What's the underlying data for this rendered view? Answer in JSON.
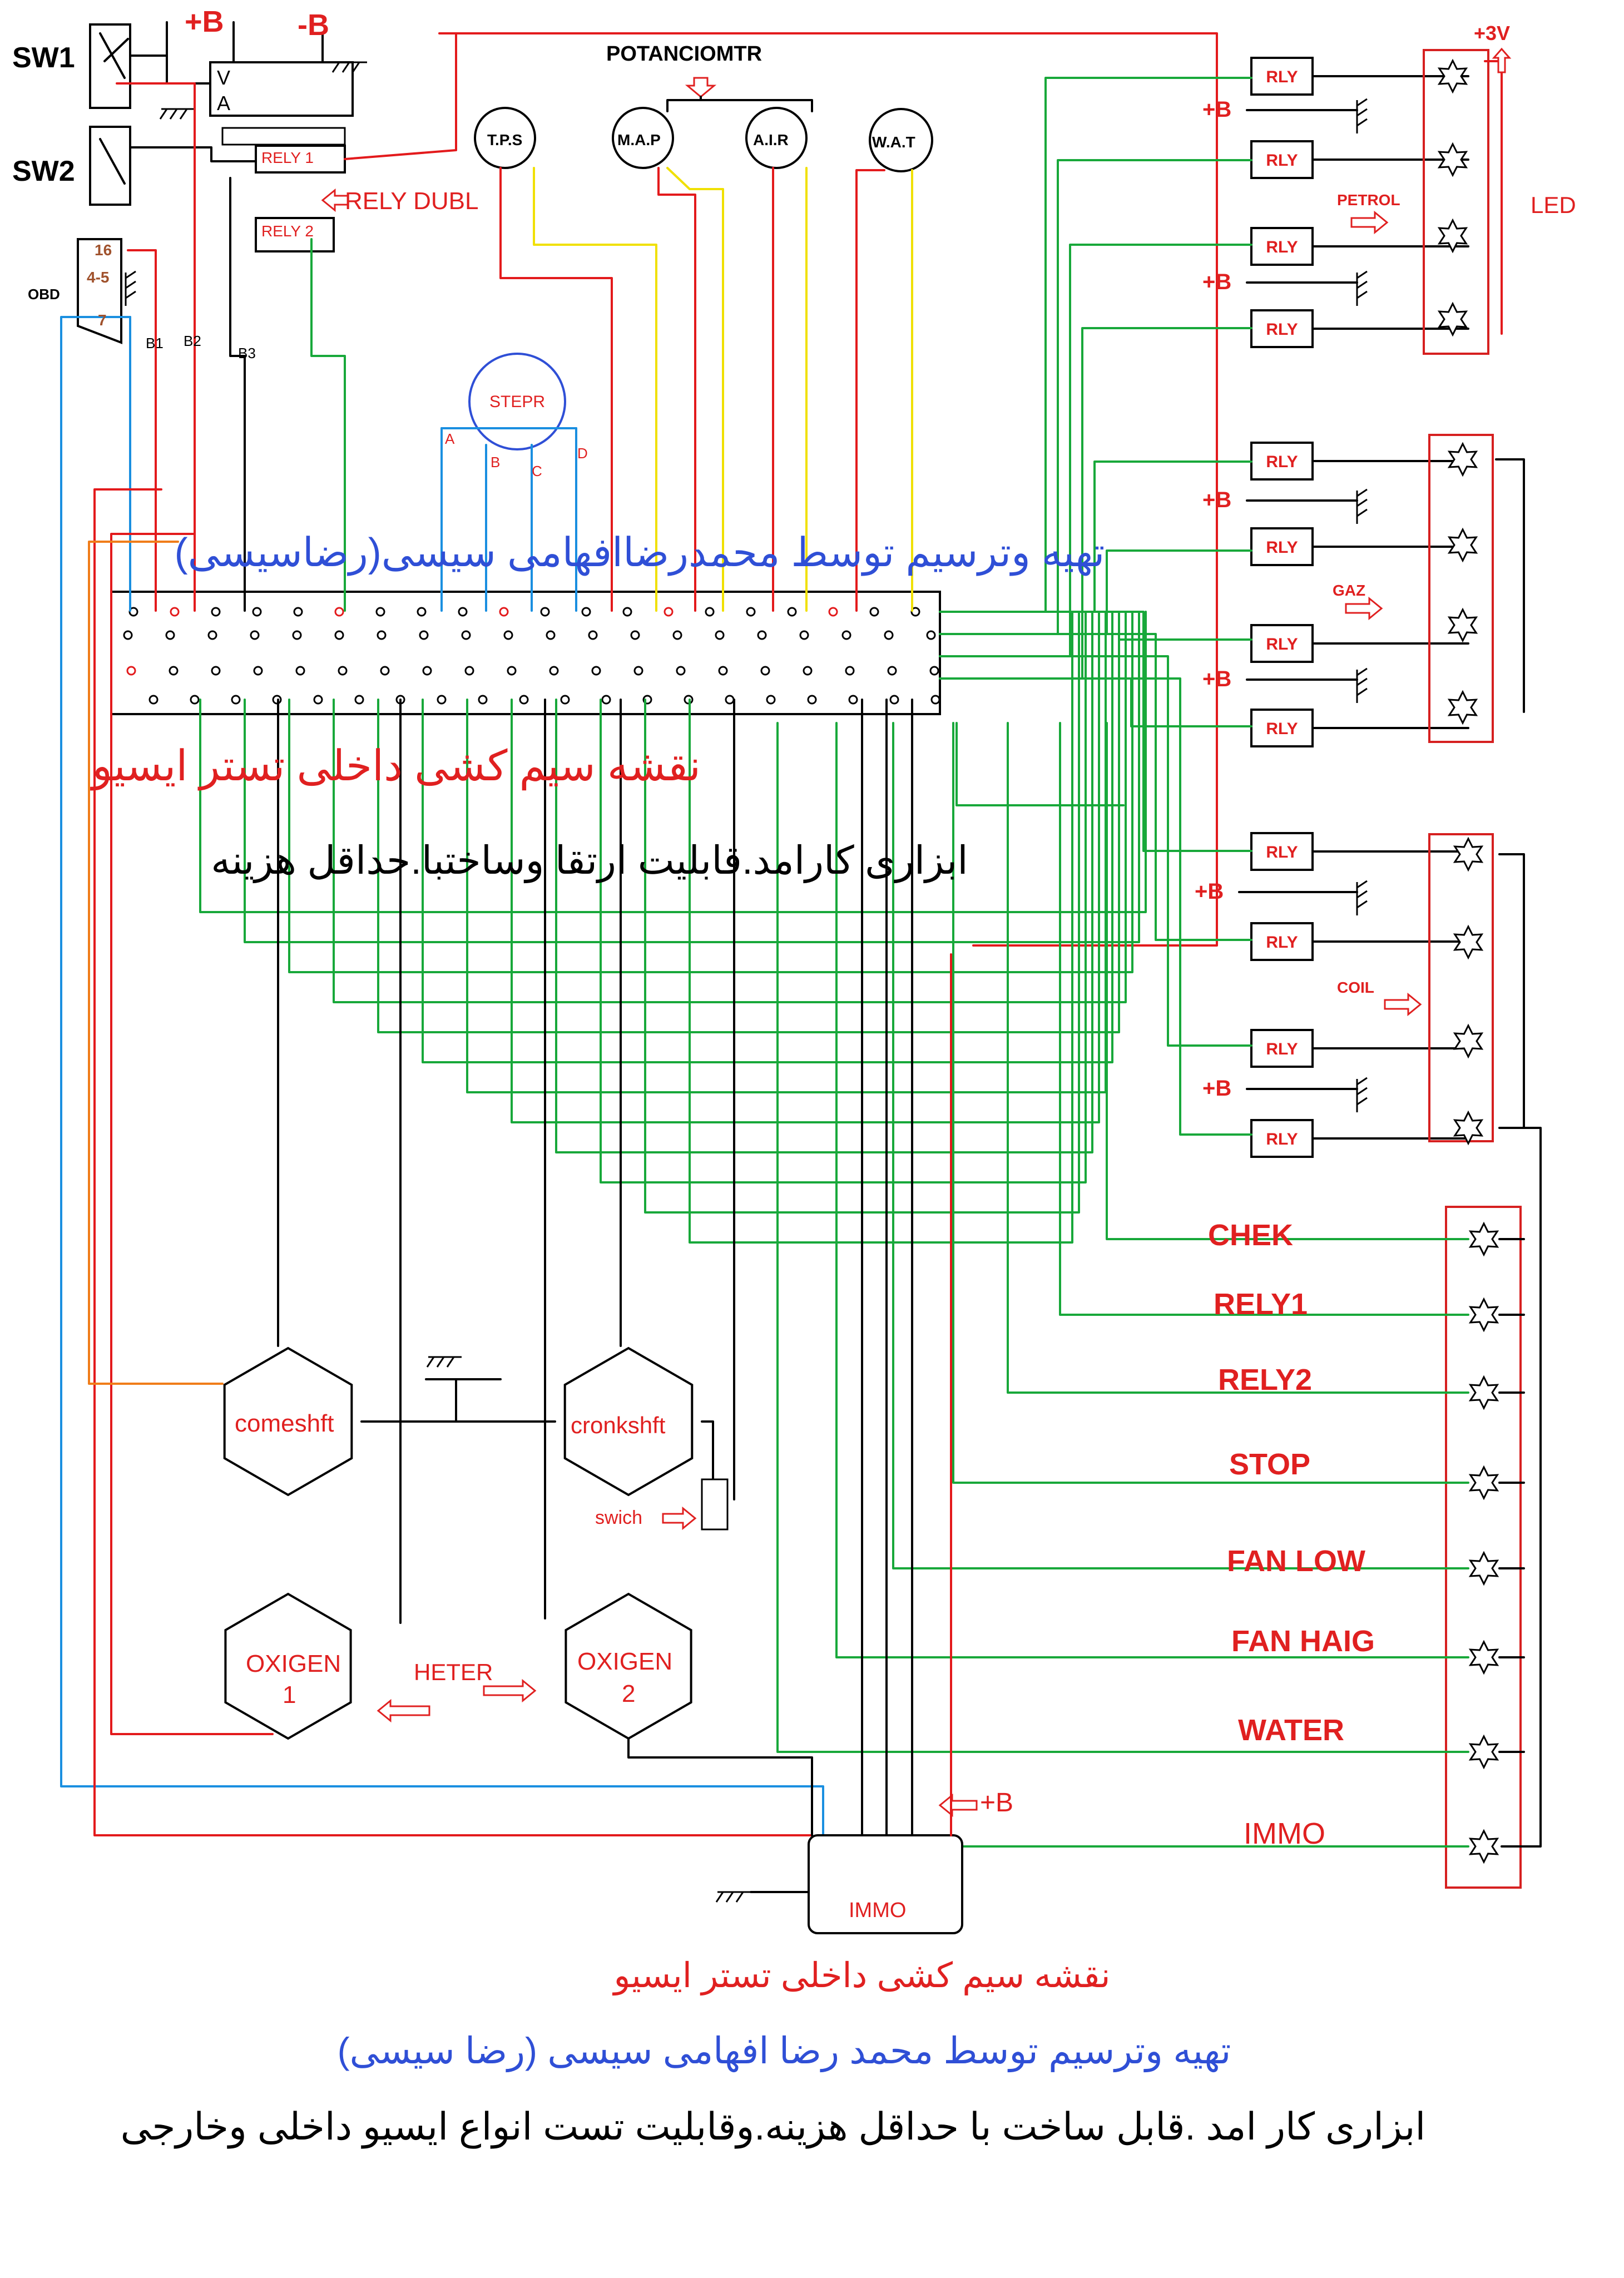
{
  "colors": {
    "wire_red": "#e31a1c",
    "wire_green": "#18a83a",
    "wire_black": "#000000",
    "wire_yellow": "#f0e000",
    "wire_blue": "#1a8fe0",
    "wire_orange": "#f07d1a",
    "box_red": "#d62020",
    "label_red": "#e02020",
    "label_blue": "#2f4fd6",
    "label_brown": "#a0522d",
    "led_fill": "#ffffff"
  },
  "power": {
    "plus_b": "+B",
    "minus_b": "-B",
    "plus_3v": "+3V"
  },
  "switches": {
    "sw1": "SW1",
    "sw2": "SW2",
    "va_v": "V",
    "va_a": "A"
  },
  "relays_top": {
    "rely1": "RELY 1",
    "rely2": "RELY 2",
    "rely_dubl": "RELY DUBL"
  },
  "obd": {
    "label": "OBD",
    "pin16": "16",
    "pin45": "4-5",
    "pin7": "7"
  },
  "wire_labels": {
    "b1": "B1",
    "b2": "B2",
    "b3": "B3"
  },
  "sensors": {
    "potentiometer": "POTANCIOMTR",
    "tps": "T.P.S",
    "map": "M.A.P",
    "air": "A.I.R",
    "wat": "W.A.T",
    "stepper": "STEPR",
    "stepper_a": "A",
    "stepper_b": "B",
    "stepper_c": "C",
    "stepper_d": "D"
  },
  "right_panel": {
    "rly": "RLY",
    "plus_b": "+B",
    "led": "LED",
    "petrol": "PETROL",
    "gaz": "GAZ",
    "coil": "COIL"
  },
  "indicators": [
    "CHEK",
    "RELY1",
    "RELY2",
    "STOP",
    "FAN LOW",
    "FAN HAIG",
    "WATER",
    "IMMO"
  ],
  "engine_sensors": {
    "camshaft": "comeshft",
    "crankshaft": "cronkshft",
    "switch": "swich",
    "oxygen1_line1": "OXIGEN",
    "oxygen1_line2": "1",
    "oxygen2_line1": "OXIGEN",
    "oxygen2_line2": "2",
    "heater": "HETER"
  },
  "immo": {
    "label": "IMMO",
    "plus_b": "+B"
  },
  "persian": {
    "credit_top": "تهیه وترسیم توسط محمدرضاافهامی سیسی(رضاسیسی)",
    "title_mid": "نقشه سیم کشی داخلی تستر ایسیو",
    "desc_mid": "ابزاری کارامد.قابلیت ارتقا وساختبا.حداقل هزینه",
    "title_bottom": "نقشه سیم کشی داخلی تستر ایسیو",
    "credit_bottom": "تهیه وترسیم توسط محمد رضا افهامی سیسی (رضا سیسی)",
    "desc_bottom": "ابزاری کار امد .قابل ساخت با حداقل هزینه.وقابلیت تست انواع ایسیو داخلی وخارجی"
  }
}
